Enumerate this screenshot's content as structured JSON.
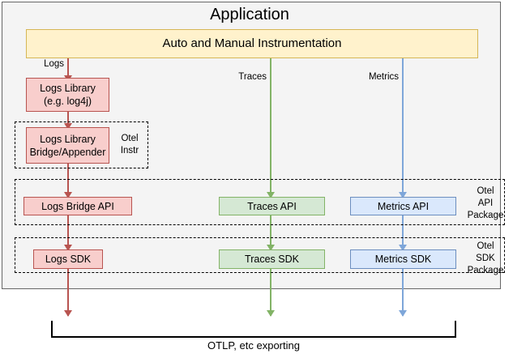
{
  "diagram": {
    "title": "Application",
    "top_node": {
      "label": "Auto and Manual Instrumentation"
    },
    "signals": [
      {
        "key": "logs",
        "label": "Logs",
        "color": "#b85450"
      },
      {
        "key": "traces",
        "label": "Traces",
        "color": "#82b366"
      },
      {
        "key": "metrics",
        "label": "Metrics",
        "color": "#7ea6d9"
      }
    ],
    "nodes": {
      "logs_library": {
        "line1": "Logs Library",
        "line2": "(e.g. log4j)"
      },
      "logs_bridge_appender": {
        "line1": "Logs Library",
        "line2": "Bridge/Appender"
      },
      "logs_bridge_api": {
        "label": "Logs Bridge API"
      },
      "traces_api": {
        "label": "Traces API"
      },
      "metrics_api": {
        "label": "Metrics API"
      },
      "logs_sdk": {
        "label": "Logs SDK"
      },
      "traces_sdk": {
        "label": "Traces SDK"
      },
      "metrics_sdk": {
        "label": "Metrics SDK"
      }
    },
    "groups": {
      "otel_instr": {
        "line1": "Otel",
        "line2": "Instr"
      },
      "otel_api_package": {
        "line1": "Otel",
        "line2": "API",
        "line3": "Package"
      },
      "otel_sdk_package": {
        "line1": "Otel",
        "line2": "SDK",
        "line3": "Package"
      }
    },
    "bottom": {
      "caption": "OTLP, etc exporting"
    },
    "colors": {
      "background": "#f4f4f4",
      "yellow_fill": "#fff2cc",
      "yellow_stroke": "#d6b656",
      "red_fill": "#f8cecc",
      "red_stroke": "#b85450",
      "green_fill": "#d5e8d4",
      "green_stroke": "#82b366",
      "blue_fill": "#dae8fc",
      "blue_stroke": "#6c8ebf"
    }
  }
}
